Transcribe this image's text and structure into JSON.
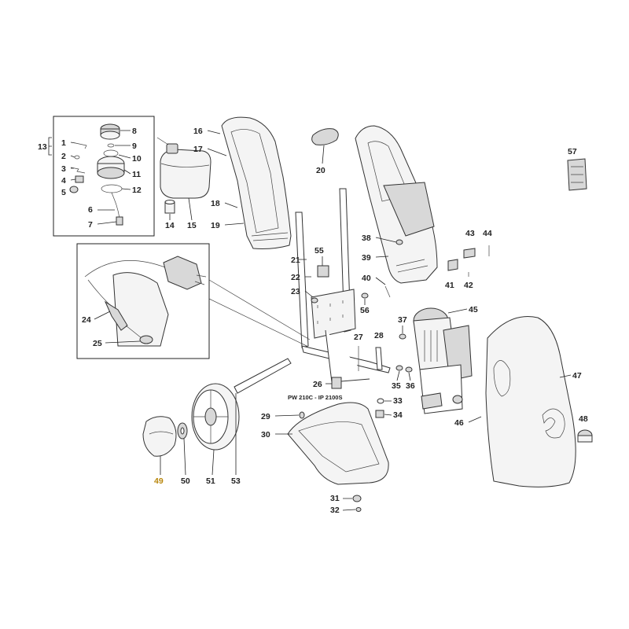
{
  "model_caption": "PW 210C - IP 2100S",
  "group_label": "13",
  "highlight_color": "#b8860b",
  "parts": {
    "p1": "1",
    "p2": "2",
    "p3": "3",
    "p4": "4",
    "p5": "5",
    "p6": "6",
    "p7": "7",
    "p8": "8",
    "p9": "9",
    "p10": "10",
    "p11": "11",
    "p12": "12",
    "p14": "14",
    "p15": "15",
    "p16": "16",
    "p17": "17",
    "p18": "18",
    "p19": "19",
    "p20": "20",
    "p21": "21",
    "p22": "22",
    "p23": "23",
    "p24": "24",
    "p25": "25",
    "p26": "26",
    "p27": "27",
    "p28": "28",
    "p29": "29",
    "p30": "30",
    "p31": "31",
    "p32": "32",
    "p33": "33",
    "p34": "34",
    "p35": "35",
    "p36": "36",
    "p37": "37",
    "p38": "38",
    "p39": "39",
    "p40": "40",
    "p41": "41",
    "p42": "42",
    "p43": "43",
    "p44": "44",
    "p45": "45",
    "p46": "46",
    "p47": "47",
    "p48": "48",
    "p49": "49",
    "p50": "50",
    "p51": "51",
    "p53": "53",
    "p55": "55",
    "p56": "56",
    "p57": "57"
  }
}
